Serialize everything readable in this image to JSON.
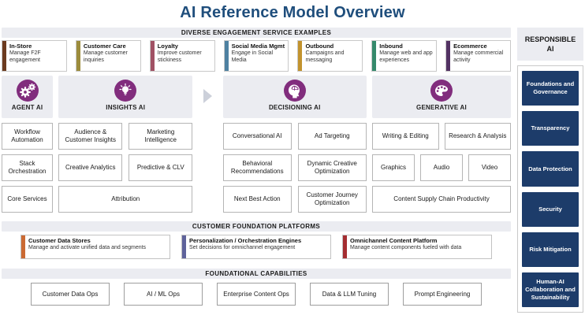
{
  "title": "AI Reference Model Overview",
  "colors": {
    "title_blue": "#1f4e7c",
    "accent_purple": "#812d7d",
    "navy": "#1d3c6a",
    "section_bar_gray": "#ebecf1",
    "arrow_gray": "#ccd0da"
  },
  "engagement": {
    "header": "DIVERSE ENGAGEMENT SERVICE EXAMPLES",
    "cards": [
      {
        "title": "In-Store",
        "desc": "Manage F2F engagement",
        "stripe": "#6b3a1e"
      },
      {
        "title": "Customer Care",
        "desc": "Manage customer inquiries",
        "stripe": "#9c8c3c"
      },
      {
        "title": "Loyalty",
        "desc": "Improve customer stickiness",
        "stripe": "#a05164"
      },
      {
        "title": "Social Media Mgmt",
        "desc": "Engage in Social Media",
        "stripe": "#4e81a1"
      },
      {
        "title": "Outbound",
        "desc": "Campaigns and messaging",
        "stripe": "#c2932e"
      },
      {
        "title": "Inbound",
        "desc": "Manage web and app experiences",
        "stripe": "#35896b"
      },
      {
        "title": "Ecommerce",
        "desc": "Manage commercial activity",
        "stripe": "#533263"
      }
    ]
  },
  "pillars": [
    {
      "label": "AGENT AI",
      "icon": "gears-icon",
      "boxes": [
        "Workflow Automation",
        "Stack Orchestration",
        "Core Services"
      ]
    },
    {
      "label": "INSIGHTS AI",
      "icon": "lightbulb-icon",
      "boxes": [
        "Audience & Customer Insights",
        "Marketing Intelligence",
        "Creative Analytics",
        "Predictive & CLV",
        "Attribution"
      ]
    },
    {
      "label": "DECISIONING AI",
      "icon": "head-brain-icon",
      "boxes": [
        "Conversational AI",
        "Ad Targeting",
        "Behavioral Recommendations",
        "Dynamic Creative Optimization",
        "Next Best Action",
        "Customer Journey Optimization"
      ]
    },
    {
      "label": "GENERATIVE AI",
      "icon": "palette-icon",
      "boxes": [
        "Writing & Editing",
        "Research & Analysis",
        "Graphics",
        "Audio",
        "Video",
        "Content Supply Chain Productivity"
      ]
    }
  ],
  "responsible": {
    "header": "RESPONSIBLE AI",
    "items": [
      "Foundations and Governance",
      "Transparency",
      "Data Protection",
      "Security",
      "Risk Mitigation",
      "Human-AI Collaboration and Sustainability"
    ]
  },
  "platforms": {
    "header": "CUSTOMER FOUNDATION PLATFORMS",
    "cards": [
      {
        "title": "Customer Data Stores",
        "desc": "Manage and activate unified data and segments",
        "stripe": "#cb6a33"
      },
      {
        "title": "Personalization / Orchestration Engines",
        "desc": "Set decisions for omnichannel engagement",
        "stripe": "#5f639b"
      },
      {
        "title": "Omnichannel Content Platform",
        "desc": "Manage content components fueled with data",
        "stripe": "#a42d31"
      }
    ]
  },
  "capabilities": {
    "header": "FOUNDATIONAL CAPABILITIES",
    "items": [
      "Customer Data Ops",
      "AI / ML Ops",
      "Enterprise Content Ops",
      "Data & LLM Tuning",
      "Prompt Engineering"
    ]
  }
}
